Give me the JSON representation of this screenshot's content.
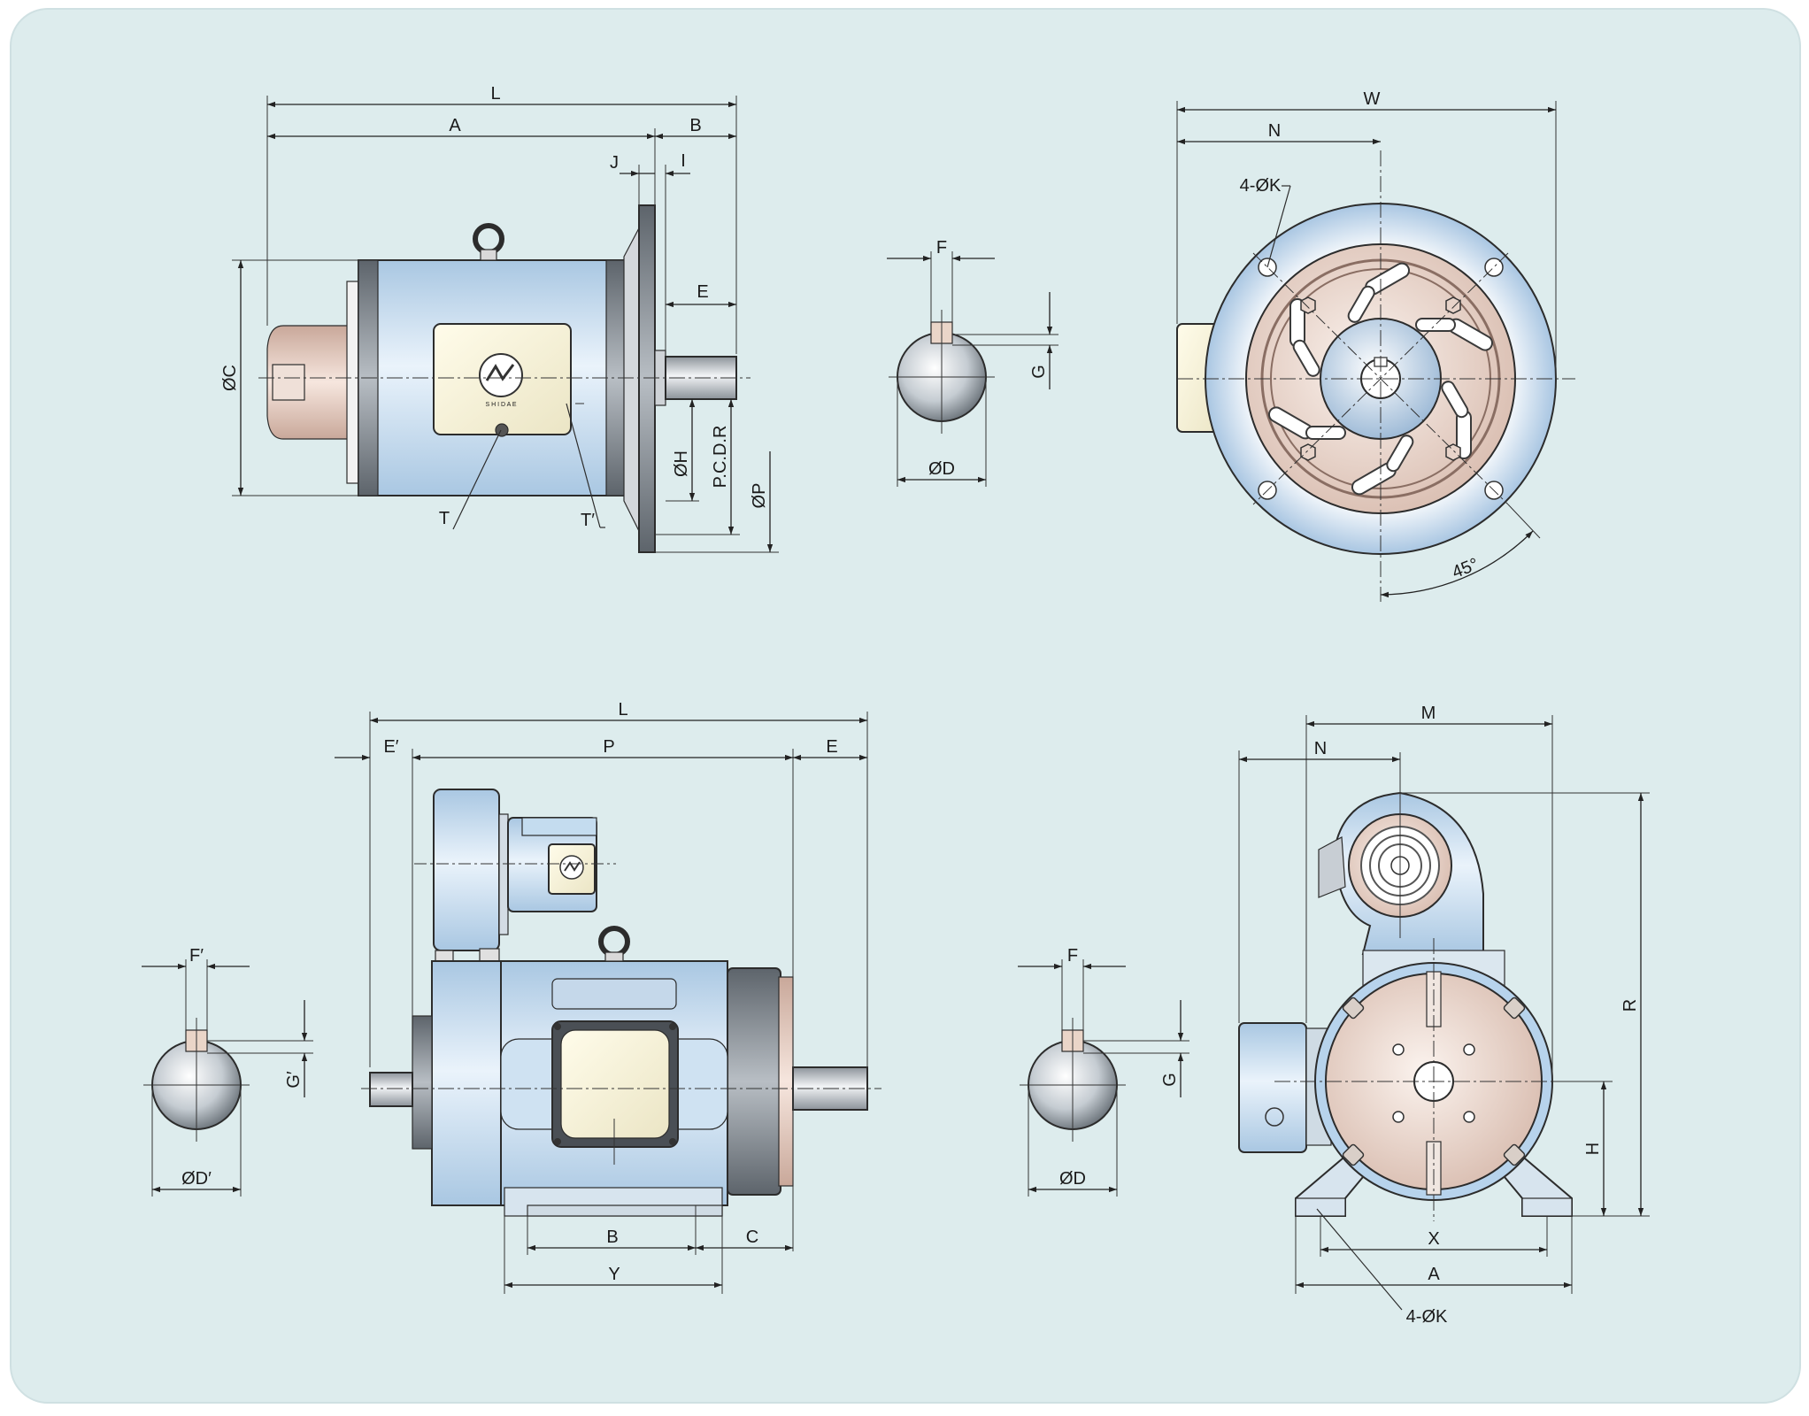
{
  "colors": {
    "background": "#ddeced",
    "motor_body": "#c4dcef",
    "terminal_box": "#f6f2dc",
    "end_cap": "#e9d2c8",
    "flange_dark": "#7d8389"
  },
  "icons": [
    "shi-dae-logo-icon",
    "lifting-eye-icon"
  ],
  "views": {
    "flange_side": {
      "L": "L",
      "A": "A",
      "B": "B",
      "J": "J",
      "I": "I",
      "E": "E",
      "OC": "ØC",
      "OH": "ØH",
      "PCDR": "P.C.D.R",
      "OP": "ØP",
      "T": "T",
      "T2": "T′",
      "logo_text": "S H I   D A E"
    },
    "shaft_key_top": {
      "F": "F",
      "G": "G",
      "OD": "ØD"
    },
    "flange_front": {
      "W": "W",
      "N": "N",
      "K": "4-ØK",
      "angle": "45°"
    },
    "shaft_key_left": {
      "F": "F′",
      "G": "G′",
      "OD": "ØD′"
    },
    "foot_side": {
      "L": "L",
      "E2": "E′",
      "P": "P",
      "E": "E",
      "B": "B",
      "C": "C",
      "Y": "Y"
    },
    "shaft_key_right": {
      "F": "F",
      "G": "G",
      "OD": "ØD"
    },
    "foot_front": {
      "M": "M",
      "N": "N",
      "R": "R",
      "H": "H",
      "X": "X",
      "A": "A",
      "K": "4-ØK"
    }
  }
}
